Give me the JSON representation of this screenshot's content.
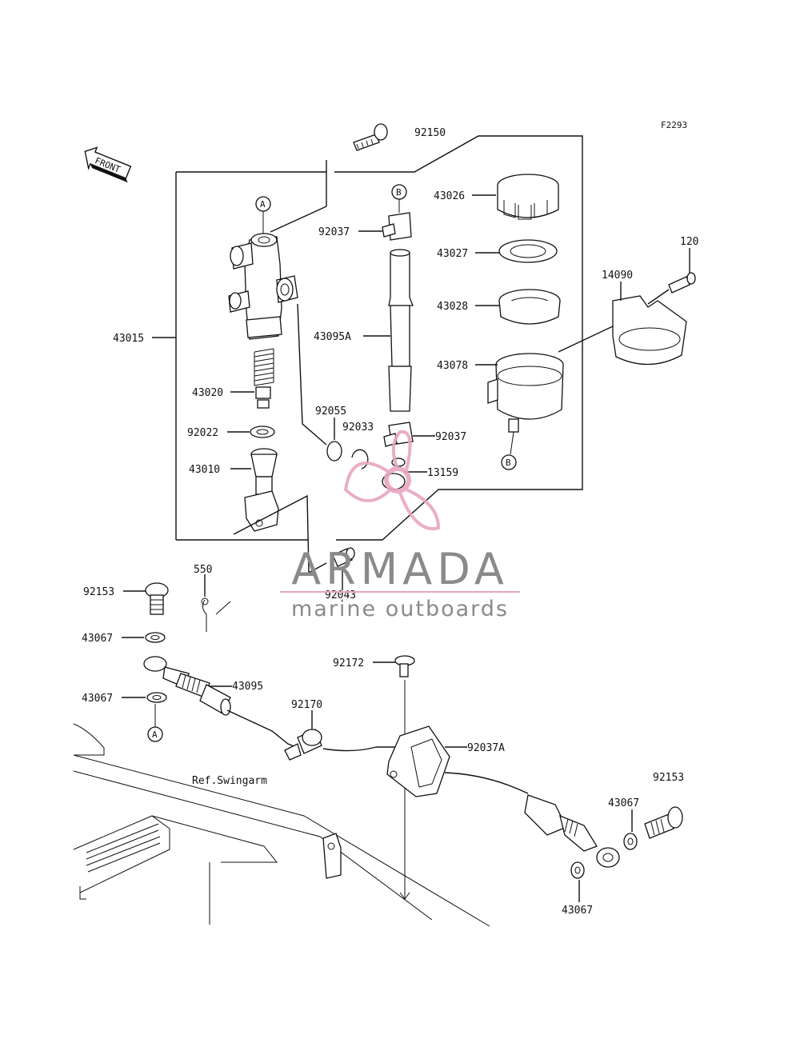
{
  "figure_code": "F2293",
  "front_label": "FRONT",
  "reference_text": "Ref.Swingarm",
  "callouts": {
    "A": "A",
    "B": "B"
  },
  "part_labels": {
    "p92150": "92150",
    "p43026": "43026",
    "p92037_top": "92037",
    "p43027": "43027",
    "p43028": "43028",
    "p120": "120",
    "p14090": "14090",
    "p43015": "43015",
    "p43095A": "43095A",
    "p43078": "43078",
    "p43020": "43020",
    "p92055": "92055",
    "p92033": "92033",
    "p92037_mid": "92037",
    "p92022": "92022",
    "p43010": "43010",
    "p13159": "13159",
    "p550": "550",
    "p92153_left": "92153",
    "p92043": "92043",
    "p43067_a": "43067",
    "p92172": "92172",
    "p43095": "43095",
    "p43067_b": "43067",
    "p92170": "92170",
    "p92037A": "92037A",
    "p92153_right": "92153",
    "p43067_c": "43067",
    "p43067_d": "43067"
  },
  "watermark": {
    "title": "ARMADA",
    "subtitle": "marine outboards",
    "logo_color": "#e8a5c0",
    "text_color": "#8a8a8a"
  }
}
